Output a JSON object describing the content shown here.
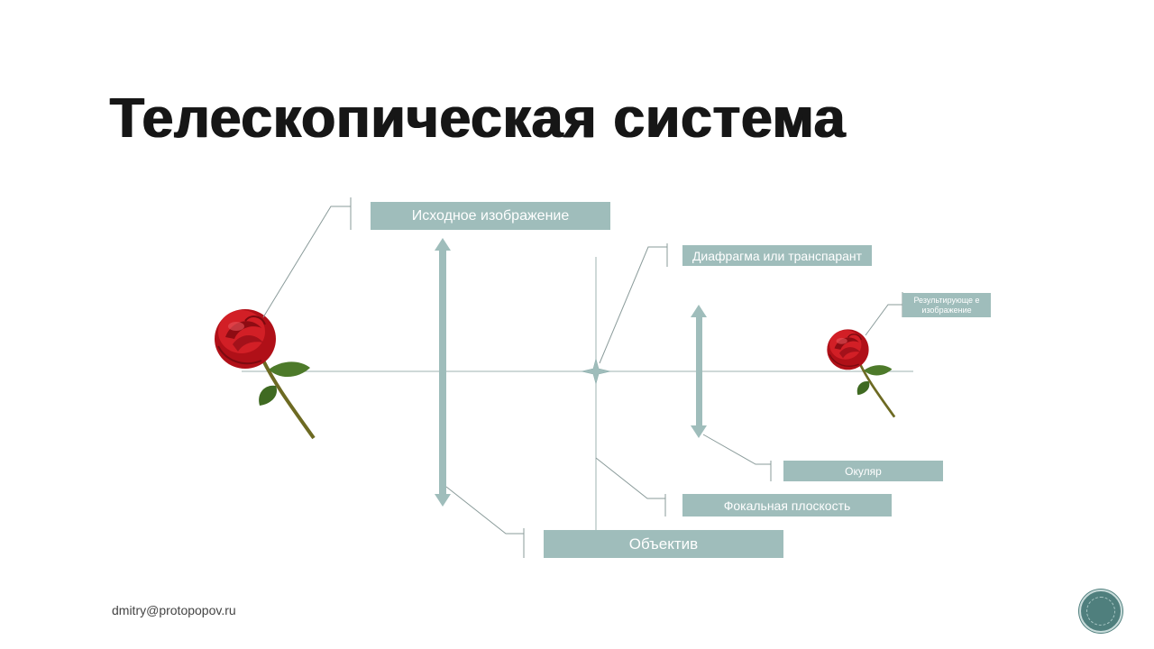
{
  "slide": {
    "title": "Телескопическая система",
    "footer_email": "dmitry@protopopov.ru"
  },
  "labels": {
    "source_image": "Исходное изображение",
    "diaphragm": "Диафрагма или транспарант",
    "result_image": "Результирующе е изображение",
    "eyepiece": "Окуляр",
    "focal_plane": "Фокальная плоскость",
    "objective": "Объектив"
  },
  "colors": {
    "label_fill": "#9fbdbb",
    "lens_fill": "#9fbdbb",
    "axis_line": "#9fb3b2",
    "rose_red": "#c4151c",
    "stem_green": "#4d7a2a",
    "nav_button": "#4f7f7d"
  },
  "icons": {
    "source_rose": "rose-icon",
    "result_rose": "rose-icon",
    "focal_point": "four-point-star-icon",
    "navigation": "circle-button-icon"
  }
}
